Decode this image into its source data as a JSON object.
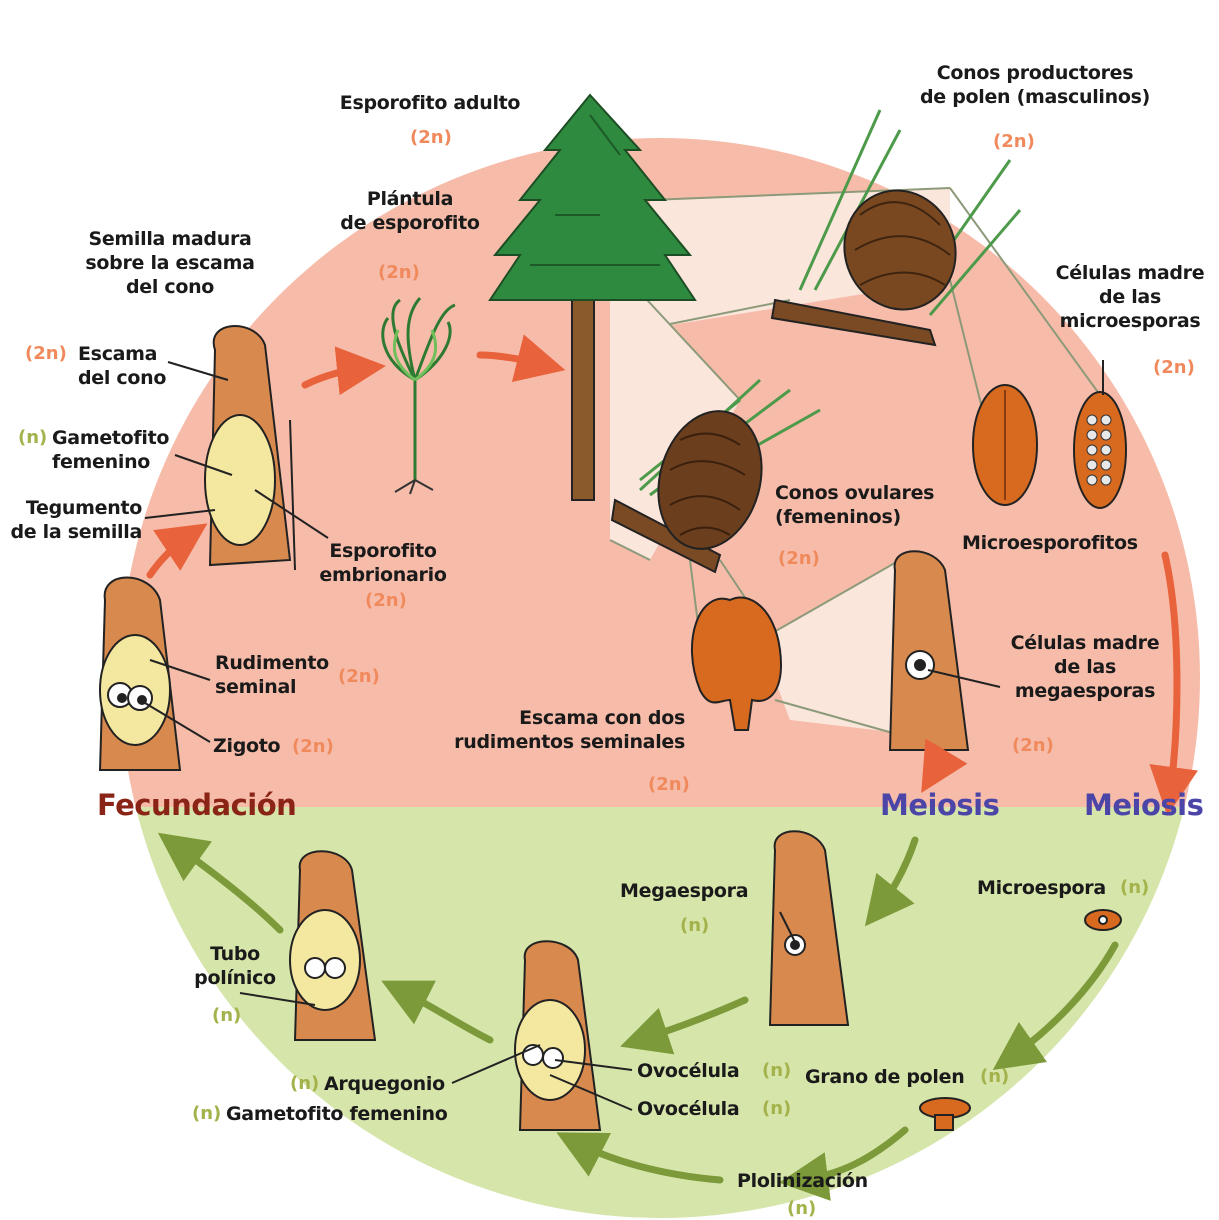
{
  "colors": {
    "diploid_zone": "#f7bca9",
    "haploid_zone": "#d6e6ab",
    "diploid_text": "#f08a5d",
    "haploid_text": "#a3b24a",
    "fecundacion": "#8a2416",
    "meiosis": "#4b45a8"
  },
  "labels": {
    "esporofito_adulto": [
      "Esporofito adulto"
    ],
    "conos_polen": [
      "Conos productores",
      "de polen (masculinos)"
    ],
    "plantula": [
      "Plántula",
      "de esporofito"
    ],
    "semilla": [
      "Semilla madura",
      "sobre la escama",
      "del cono"
    ],
    "escama_cono": [
      "Escama",
      "del cono"
    ],
    "gametofito_fem_top": [
      "Gametofito",
      "femenino"
    ],
    "tegumento": [
      "Tegumento",
      "de la semilla"
    ],
    "esporofito_embrionario": [
      "Esporofito",
      "embrionario"
    ],
    "celulas_micro": [
      "Células madre",
      "de las",
      "microesporas"
    ],
    "conos_ovulares": [
      "Conos ovulares",
      "(femeninos)"
    ],
    "microesporofitos": [
      "Microesporofitos"
    ],
    "rudimento": [
      "Rudimento",
      "seminal"
    ],
    "zigoto": [
      "Zigoto"
    ],
    "escama_dos": [
      "Escama con dos",
      "rudimentos seminales"
    ],
    "celulas_mega": [
      "Células madre",
      "de las",
      "megaesporas"
    ],
    "megaespora": [
      "Megaespora"
    ],
    "microespora": [
      "Microespora"
    ],
    "tubo": [
      "Tubo",
      "polínico"
    ],
    "arquegonio": [
      "Arquegonio"
    ],
    "gametofito_fem_bottom": [
      "Gametofito femenino"
    ],
    "ovocelula_1": [
      "Ovocélula"
    ],
    "ovocelula_2": [
      "Ovocélula"
    ],
    "grano": [
      "Grano de polen"
    ],
    "polinizacion": [
      "Plolinización"
    ]
  },
  "ploidy": {
    "diploid": "(2n)",
    "haploid": "(n)"
  },
  "stages": {
    "fecundacion": "Fecundación",
    "meiosis_left": "Meiosis",
    "meiosis_right": "Meiosis"
  }
}
